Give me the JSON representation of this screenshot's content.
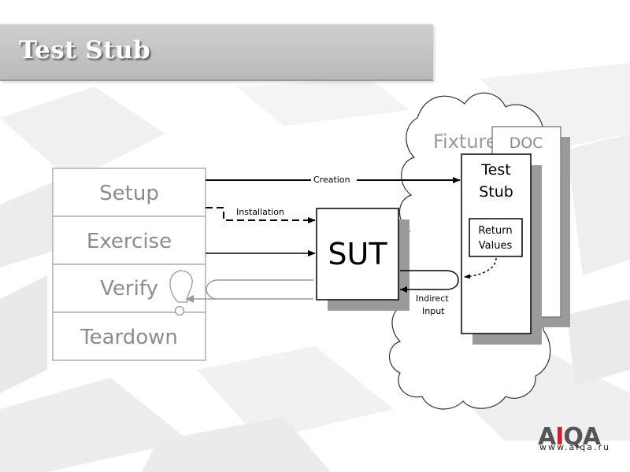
{
  "slide": {
    "title": "Test Stub"
  },
  "phases": [
    "Setup",
    "Exercise",
    "Verify",
    "Teardown"
  ],
  "fixture": {
    "label": "Fixture"
  },
  "doc": {
    "label": "DOC"
  },
  "sut": {
    "label": "SUT"
  },
  "test_stub": {
    "line1": "Test",
    "line2": "Stub"
  },
  "return_values": {
    "line1": "Return",
    "line2": "Values"
  },
  "arrows": {
    "creation": "Creation",
    "installation": "Installation",
    "indirect_input_1": "Indirect",
    "indirect_input_2": "Input"
  },
  "branding": {
    "logo_a1": "A",
    "logo_accent": "I",
    "logo_a2": "QA",
    "url": "www.aiqa.ru"
  },
  "colors": {
    "title_bar": "#c4c4c4",
    "logo_accent": "#d0202a",
    "phase_text": "#8c8c8c"
  }
}
